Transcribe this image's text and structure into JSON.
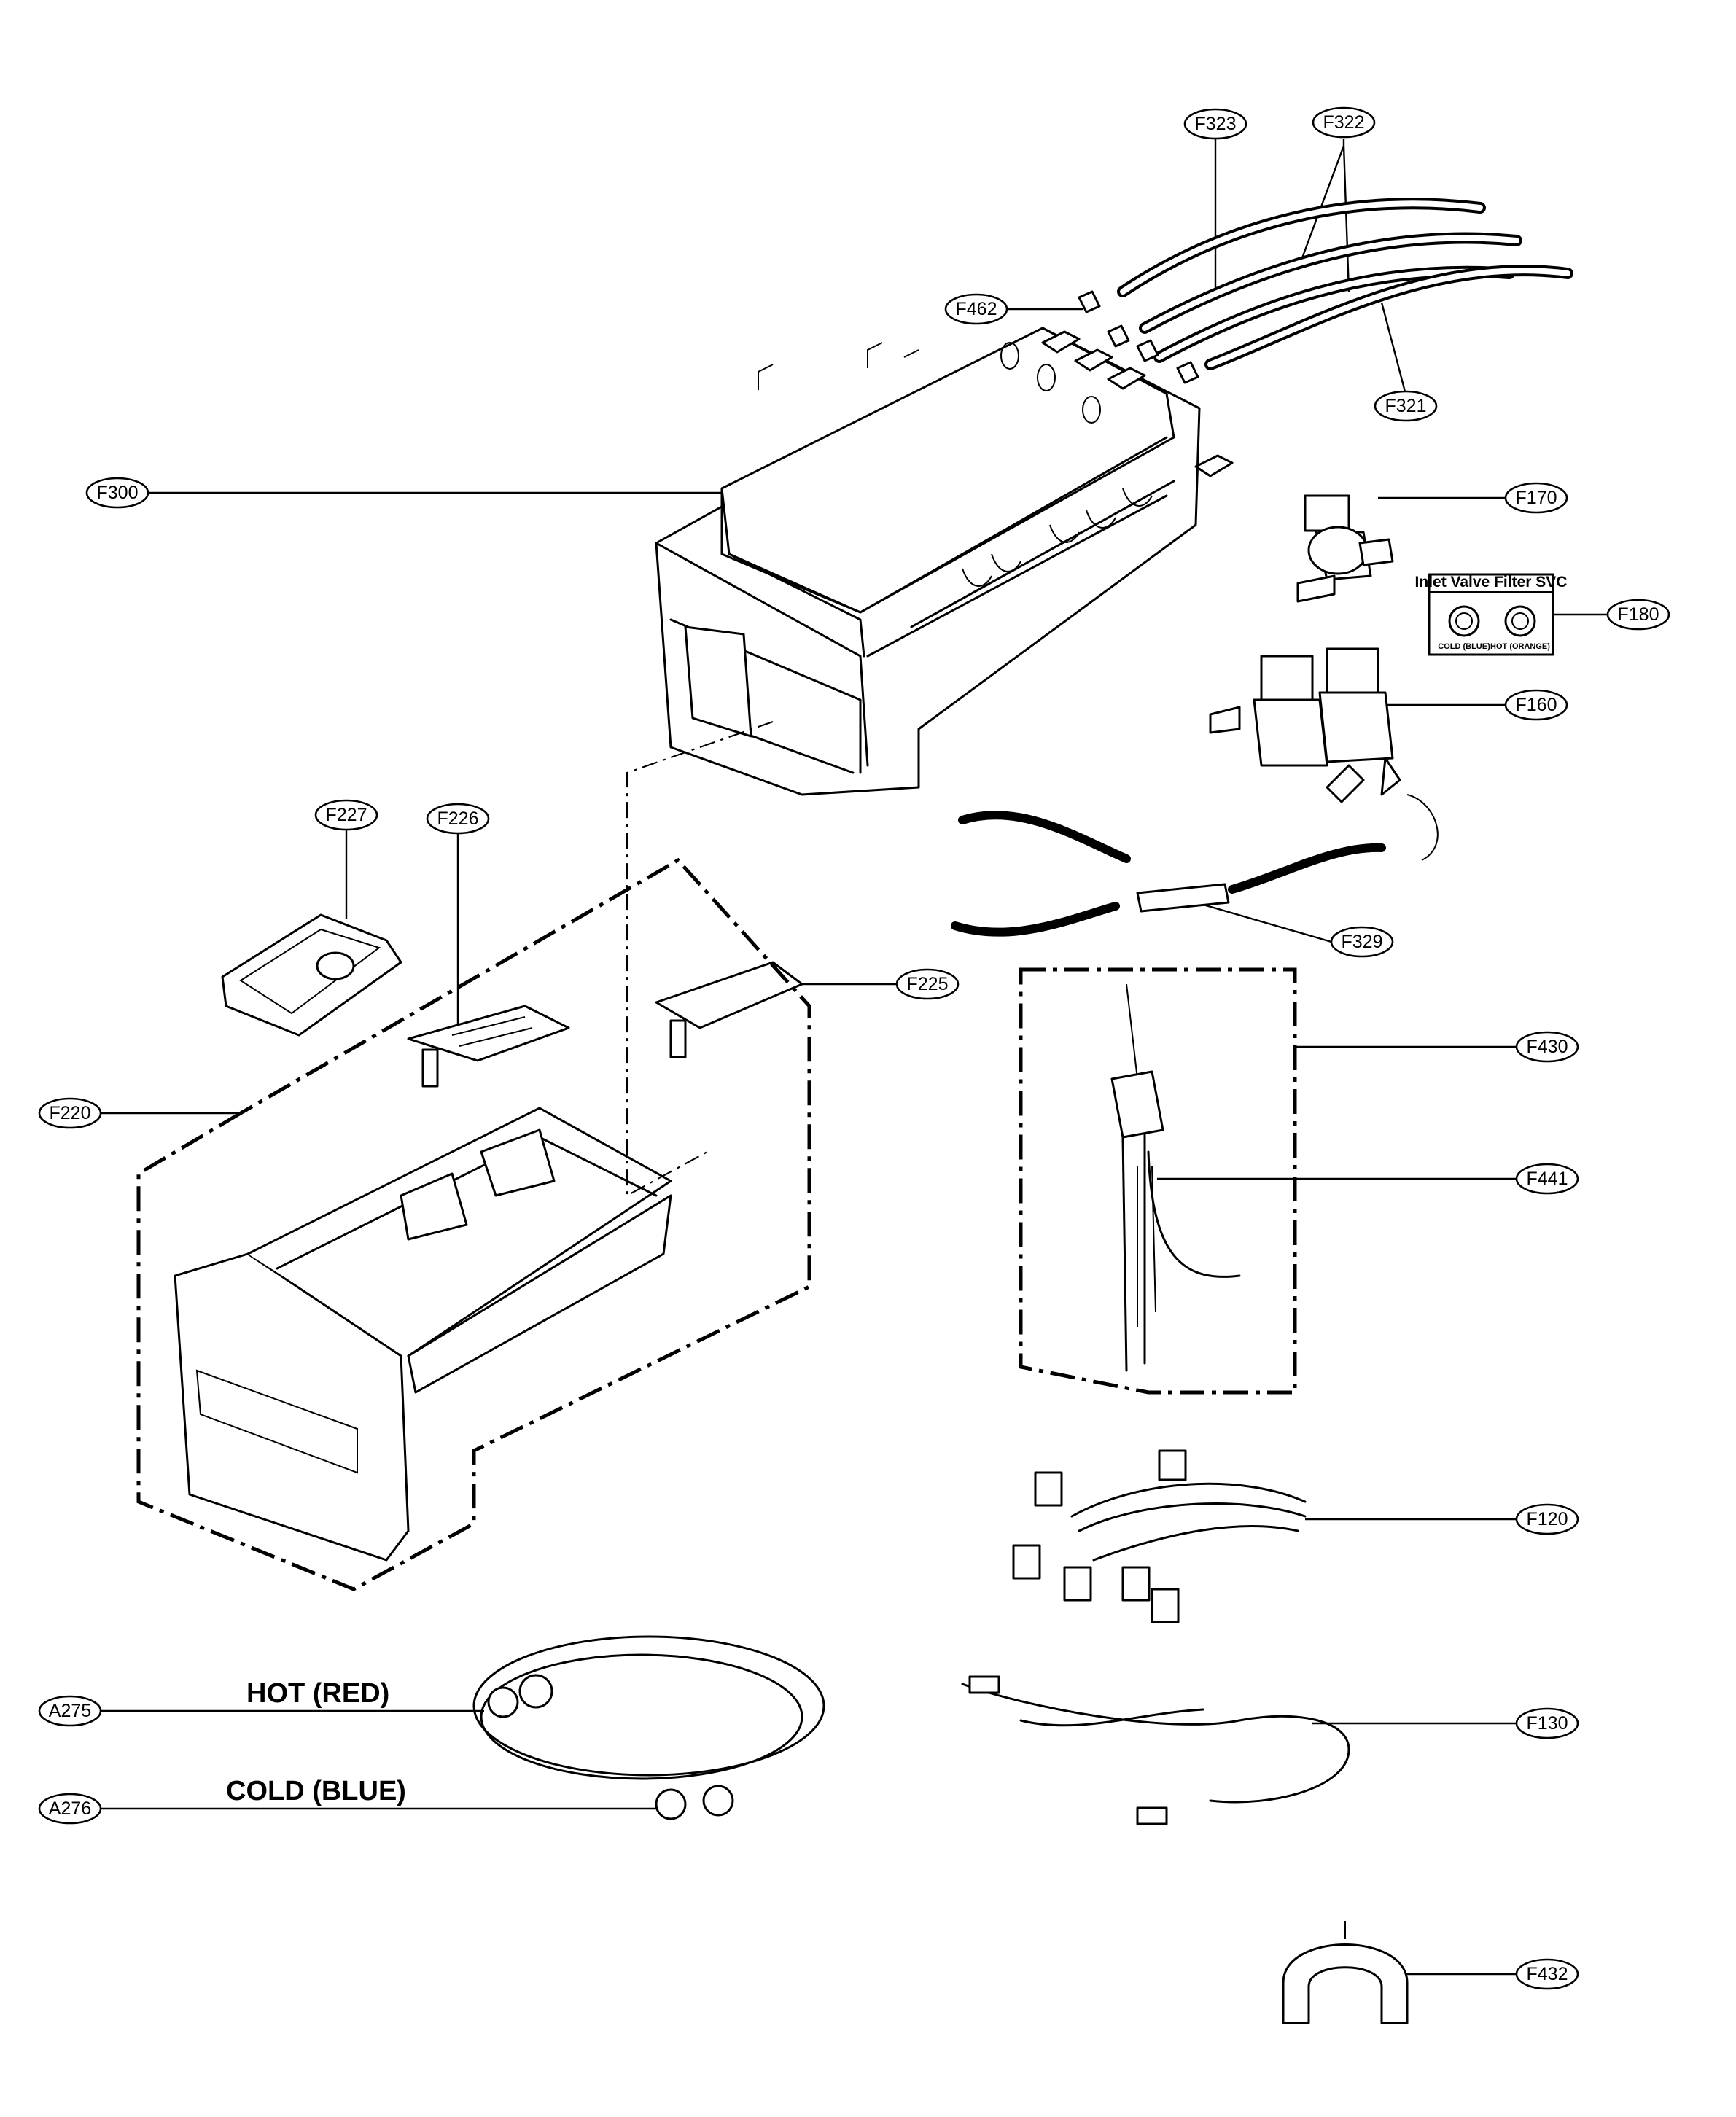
{
  "callouts": {
    "f323": "F323",
    "f322": "F322",
    "f462": "F462",
    "f321": "F321",
    "f300": "F300",
    "f170": "F170",
    "f180": "F180",
    "f160": "F160",
    "f329": "F329",
    "f227": "F227",
    "f226": "F226",
    "f225": "F225",
    "f220": "F220",
    "f430": "F430",
    "f441": "F441",
    "f120": "F120",
    "f130": "F130",
    "a275": "A275",
    "a276": "A276",
    "f432": "F432"
  },
  "labels": {
    "hot": "HOT (RED)",
    "cold": "COLD (BLUE)"
  },
  "filter_sign": {
    "title": "Inlet Valve Filter SVC",
    "cold": "COLD (BLUE)",
    "hot": "HOT (ORANGE)"
  }
}
